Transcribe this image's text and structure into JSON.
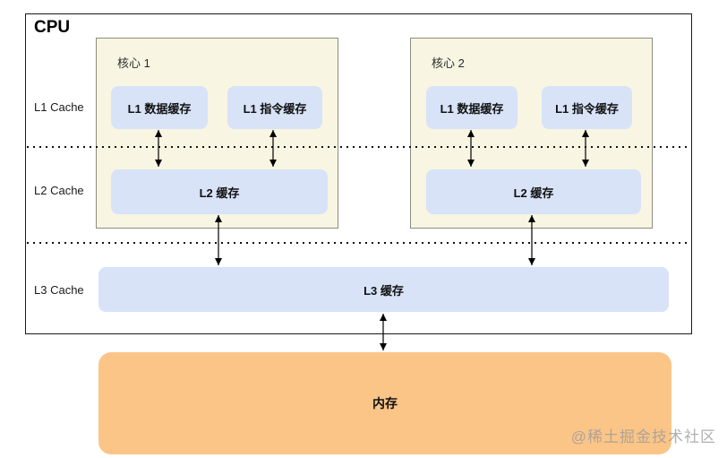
{
  "cpu": {
    "label": "CPU",
    "row_labels": [
      {
        "label": "L1 Cache"
      },
      {
        "label": "L2 Cache"
      },
      {
        "label": "L3 Cache"
      }
    ],
    "cores": [
      {
        "title": "核心 1",
        "l1_data": "L1 数据缓存",
        "l1_instr": "L1 指令缓存",
        "l2": "L2 缓存"
      },
      {
        "title": "核心 2",
        "l1_data": "L1 数据缓存",
        "l1_instr": "L1 指令缓存",
        "l2": "L2 缓存"
      }
    ],
    "l3_label": "L3 缓存"
  },
  "memory": {
    "label": "内存"
  },
  "watermark": {
    "text": "@稀土掘金技术社区"
  },
  "colors": {
    "core_bg": "#f8f5e3",
    "cache_bg": "#d8e3f8",
    "memory_bg": "#fbc588",
    "cpu_border": "#1a1a1a",
    "core_border": "#8d8d80",
    "watermark": "#9a9a9a"
  }
}
